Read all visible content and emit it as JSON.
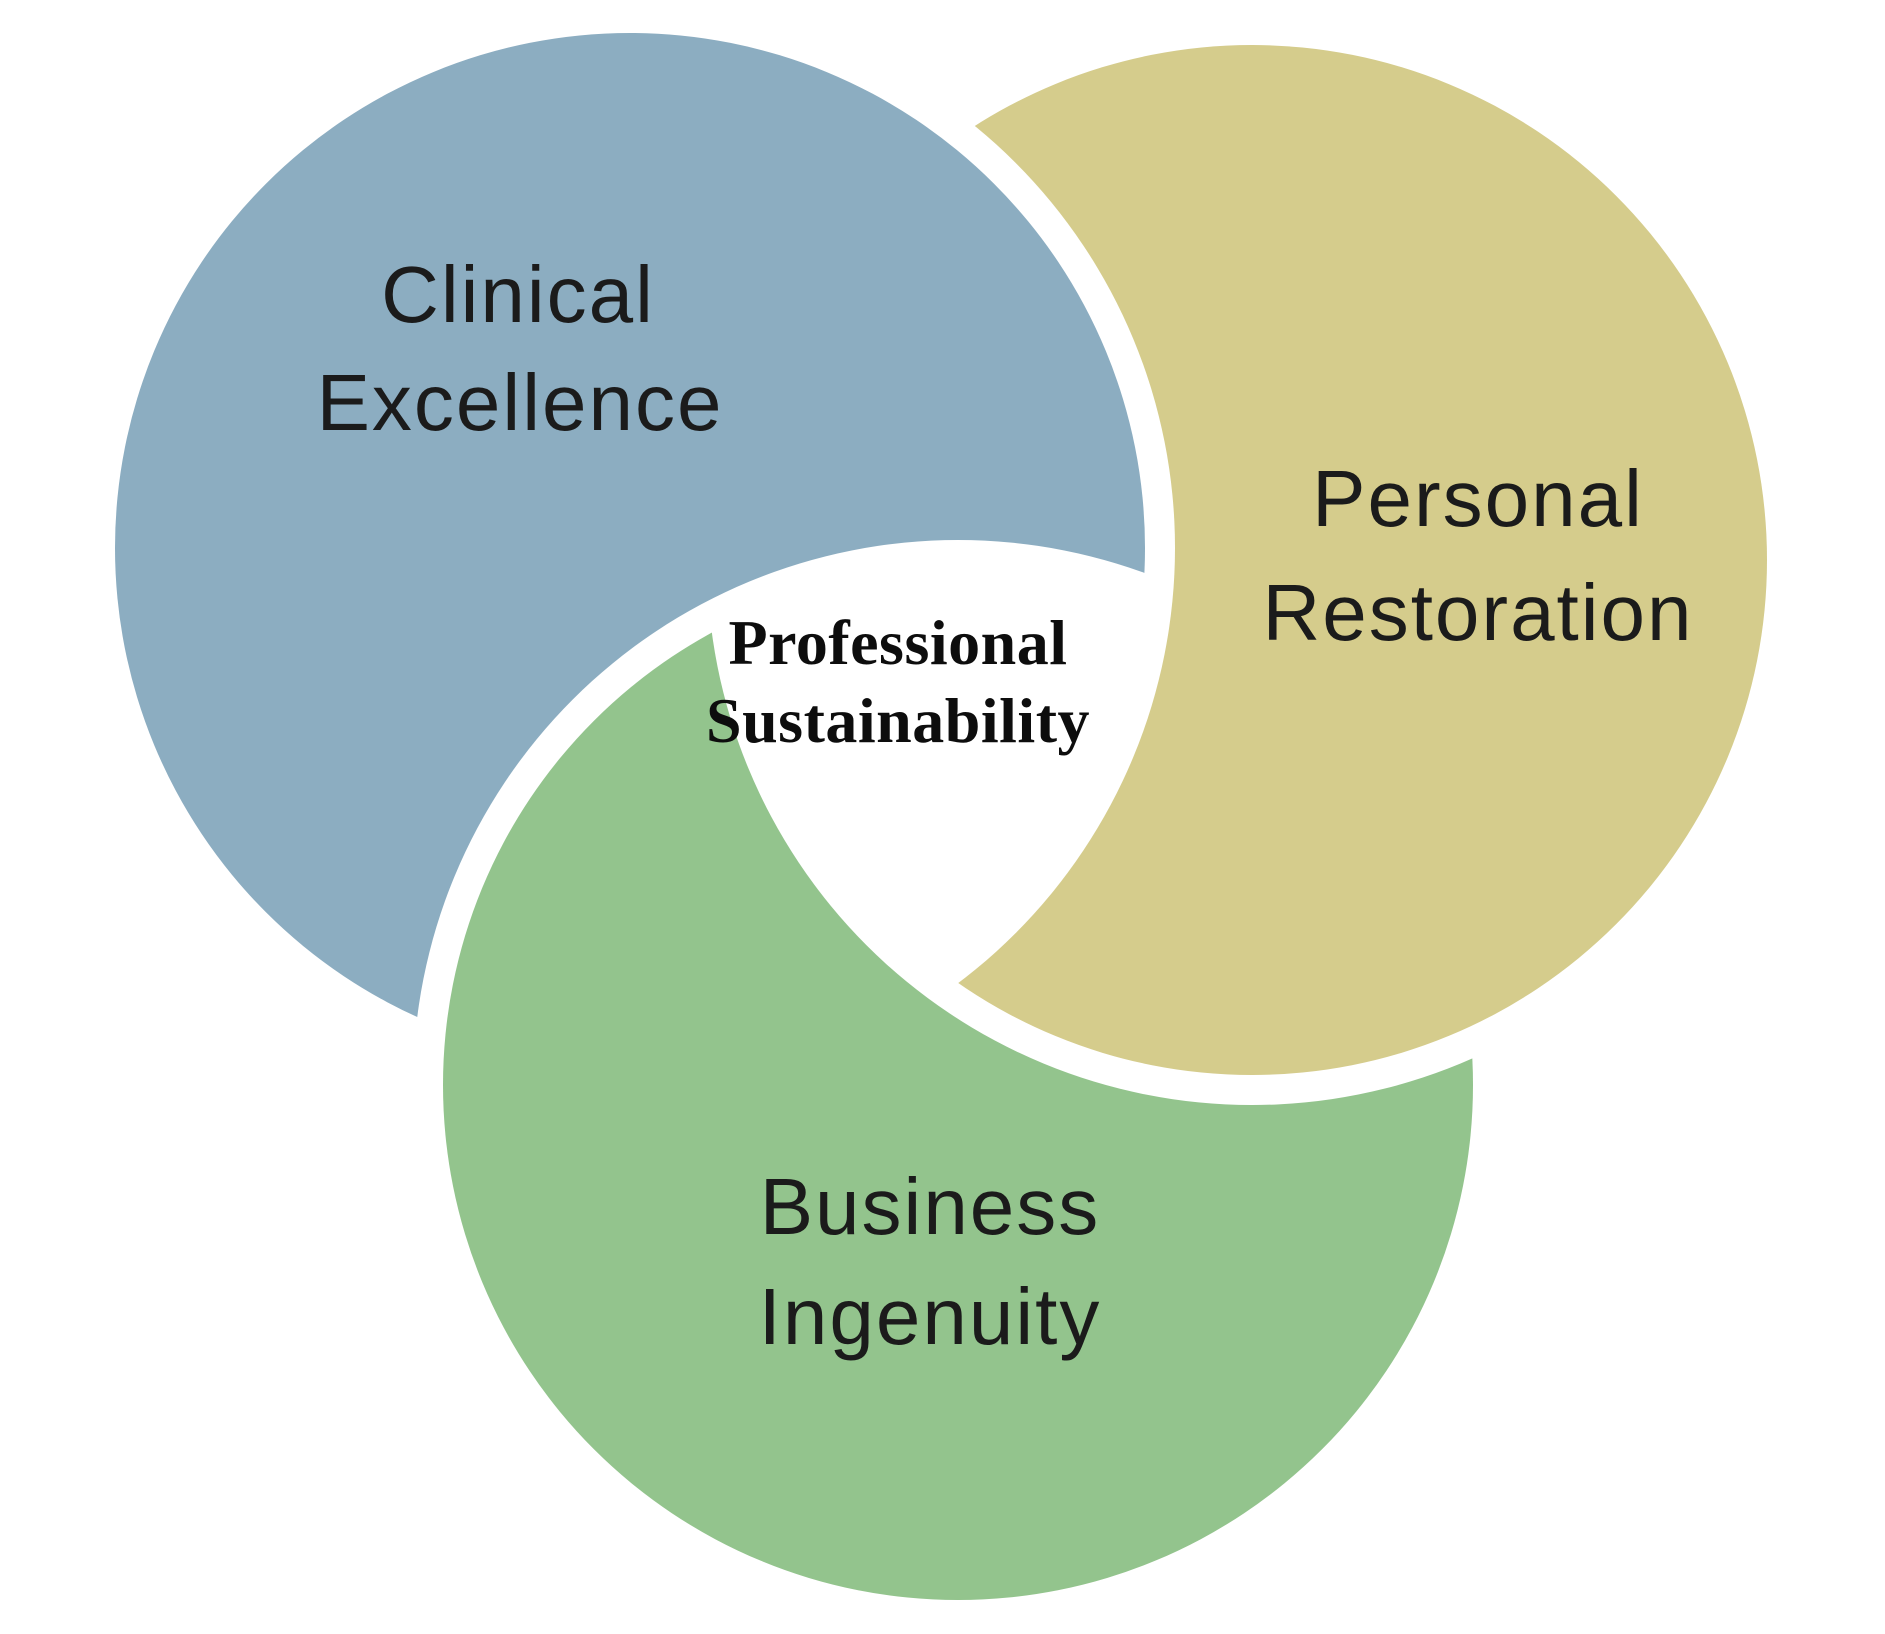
{
  "diagram": {
    "background_color": "#ffffff",
    "text_color": "#1b1b1b",
    "center": {
      "line1": "Professional",
      "line2": "Sustainability"
    },
    "segments": [
      {
        "id": "clinical-excellence",
        "label_line1": "Clinical",
        "label_line2": "Excellence",
        "color": "#8cadc1"
      },
      {
        "id": "personal-restoration",
        "label_line1": "Personal",
        "label_line2": "Restoration",
        "color": "#d5cc8c"
      },
      {
        "id": "business-ingenuity",
        "label_line1": "Business",
        "label_line2": "Ingenuity",
        "color": "#93c48d"
      }
    ]
  }
}
